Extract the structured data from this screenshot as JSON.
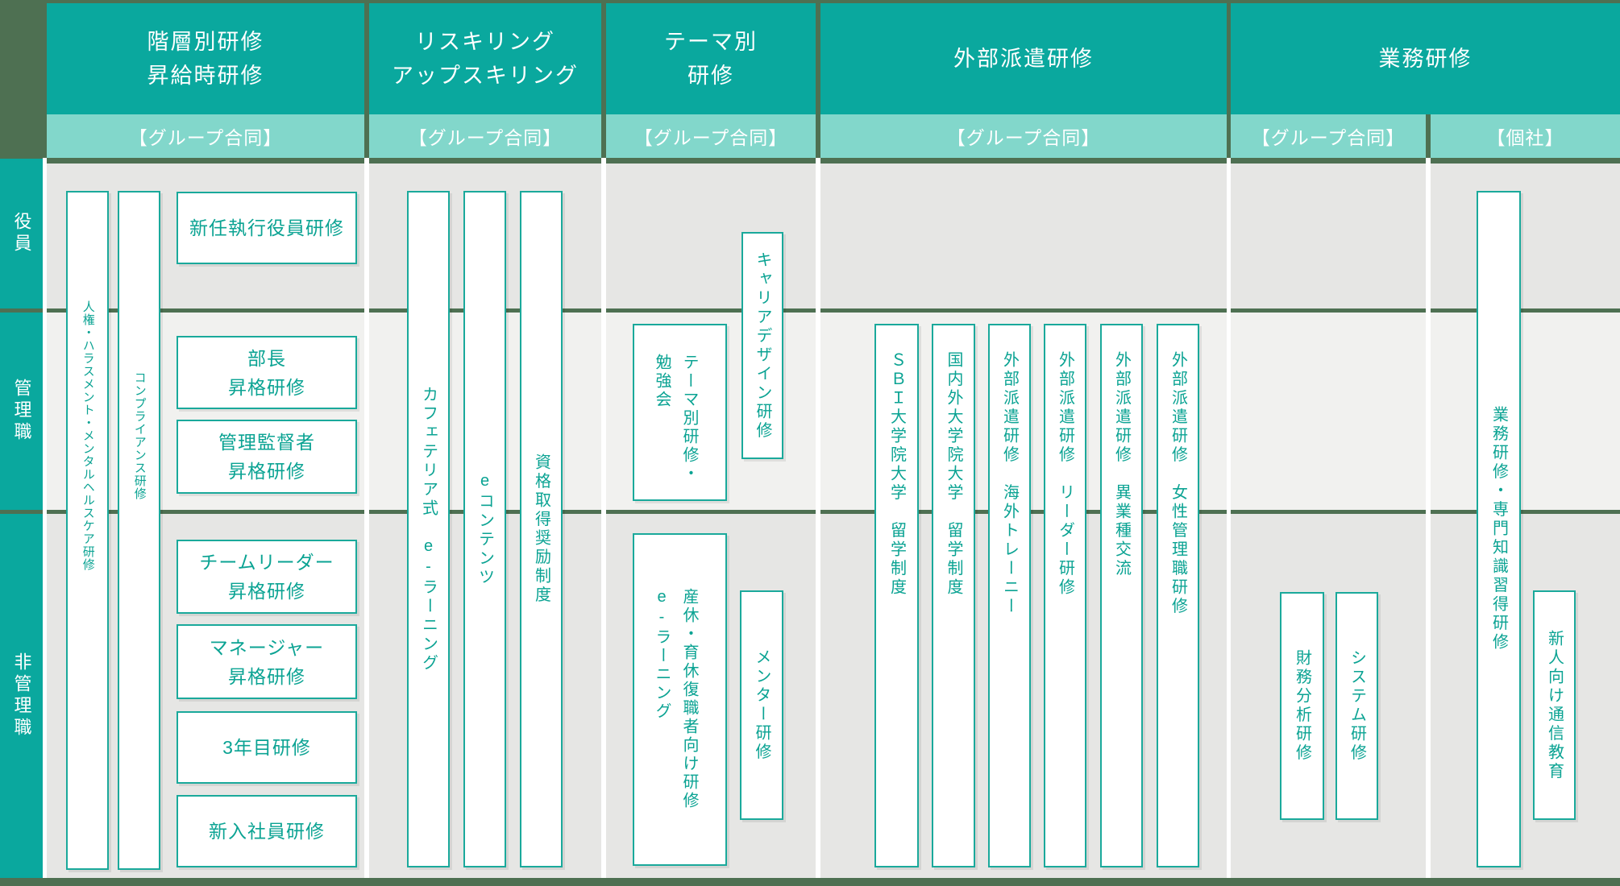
{
  "colors": {
    "teal": "#0AA89E",
    "teal_light": "#82D7CB",
    "green_dark": "#4E7052",
    "row_gray": "#E6E6E4",
    "row_gray_light": "#F1F1EF",
    "box_border": "#1AA99B",
    "box_text": "#0BA393",
    "header_text": "#FFFFFF"
  },
  "sidebar": {
    "rows": [
      {
        "label": "役員"
      },
      {
        "label": "管理職"
      },
      {
        "label": "非管理職"
      }
    ]
  },
  "columns": [
    {
      "title_lines": [
        "階層別研修",
        "昇給時研修"
      ],
      "subheaders": [
        "【グループ合同】"
      ]
    },
    {
      "title_lines": [
        "リスキリング",
        "アップスキリング"
      ],
      "subheaders": [
        "【グループ合同】"
      ]
    },
    {
      "title_lines": [
        "テーマ別",
        "研修"
      ],
      "subheaders": [
        "【グループ合同】"
      ]
    },
    {
      "title_lines": [
        "外部派遣研修"
      ],
      "subheaders": [
        "【グループ合同】"
      ]
    },
    {
      "title_lines": [
        "業務研修"
      ],
      "subheaders": [
        "【グループ合同】",
        "【個社】"
      ]
    }
  ],
  "programs": {
    "col1": {
      "bars": [
        {
          "text": "人権・ハラスメント・メンタルヘルスケア研修"
        },
        {
          "text": "コンプライアンス研修"
        }
      ],
      "boxes": [
        {
          "lines": [
            "新任執行役員研修"
          ]
        },
        {
          "lines": [
            "部長",
            "昇格研修"
          ]
        },
        {
          "lines": [
            "管理監督者",
            "昇格研修"
          ]
        },
        {
          "lines": [
            "チームリーダー",
            "昇格研修"
          ]
        },
        {
          "lines": [
            "マネージャー",
            "昇格研修"
          ]
        },
        {
          "lines": [
            "3年目研修"
          ]
        },
        {
          "lines": [
            "新入社員研修"
          ]
        }
      ]
    },
    "col2": {
      "bars": [
        {
          "text": "カフェテリア式　e-ラーニング"
        },
        {
          "text": "eコンテンツ"
        },
        {
          "text": "資格取得奨励制度"
        }
      ]
    },
    "col3": {
      "boxes2": [
        {
          "lines": [
            "テーマ別研修・",
            "勉強会"
          ]
        },
        {
          "lines": [
            "産休・育休復職者向け研修",
            "e-ラーニング"
          ]
        }
      ],
      "bars": [
        {
          "text": "キャリアデザイン研修"
        },
        {
          "text": "メンター研修"
        }
      ]
    },
    "col4": {
      "bars": [
        {
          "text": "ＳＢＩ大学院大学　留学制度"
        },
        {
          "text": "国内外大学院大学　留学制度"
        },
        {
          "text": "外部派遣研修　海外トレーニー"
        },
        {
          "text": "外部派遣研修　リーダー研修"
        },
        {
          "text": "外部派遣研修　異業種交流"
        },
        {
          "text": "外部派遣研修　女性管理職研修"
        }
      ]
    },
    "col5": {
      "bars_group": [
        {
          "text": "財務分析研修"
        },
        {
          "text": "システム研修"
        }
      ],
      "bars_individual": [
        {
          "text": "業務研修・専門知識習得研修"
        },
        {
          "text": "新人向け通信教育"
        }
      ]
    }
  }
}
